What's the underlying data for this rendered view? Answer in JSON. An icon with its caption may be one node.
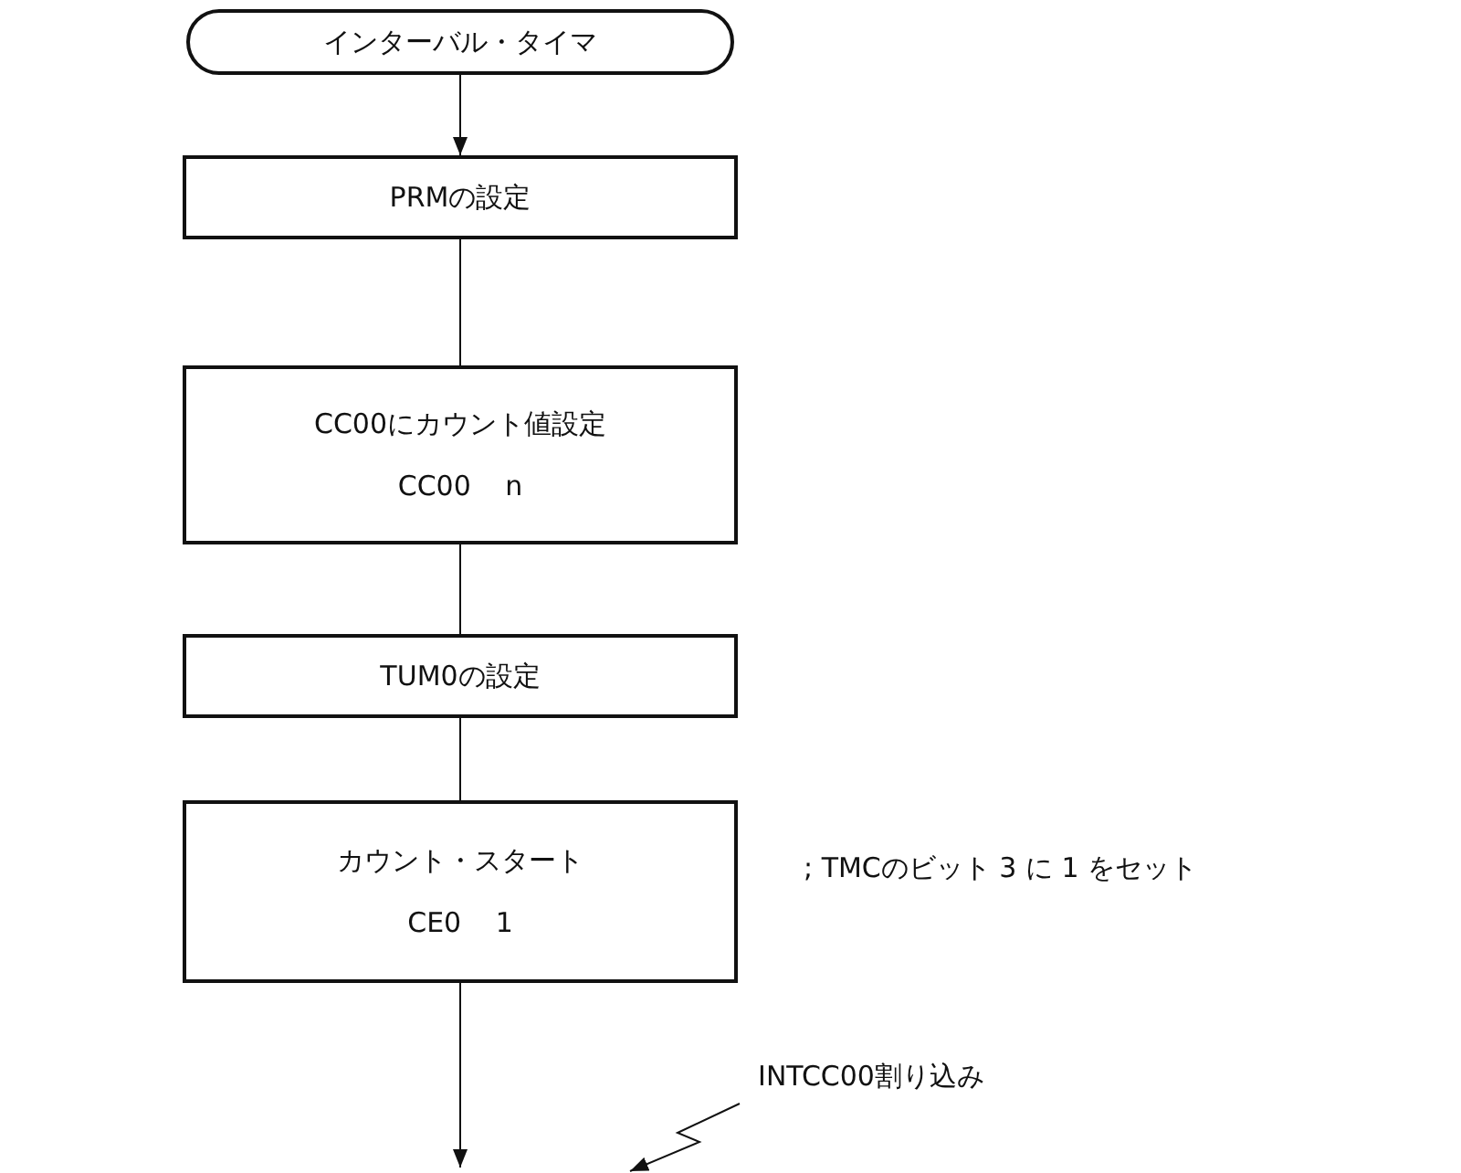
{
  "diagram": {
    "nodes": [
      {
        "text": [
          "インターバル・タイマ"
        ]
      },
      {
        "text": [
          "PRMの設定"
        ]
      },
      {
        "text": [
          "CC00にカウント値設定",
          "CC00 n"
        ]
      },
      {
        "text": [
          "TUM0の設定"
        ]
      },
      {
        "text": [
          "カウント・スタート",
          "CE0 1"
        ],
        "beside": [
          "; TMCのビット 3 に 1 をセット"
        ]
      },
      {
        "text": [
          "INTCC00割り込み"
        ]
      }
    ],
    "edges": [
      {
        "from": 0,
        "to": 1,
        "arrow": "to"
      },
      {
        "from": 1,
        "to": 2,
        "arrow": "none"
      },
      {
        "from": 2,
        "to": 3,
        "arrow": "none"
      },
      {
        "from": 3,
        "to": 4,
        "arrow": "none"
      },
      {
        "from": 4,
        "to": null,
        "arrow": "to"
      },
      {
        "from": 5,
        "to": null,
        "arrow": "to"
      }
    ]
  }
}
